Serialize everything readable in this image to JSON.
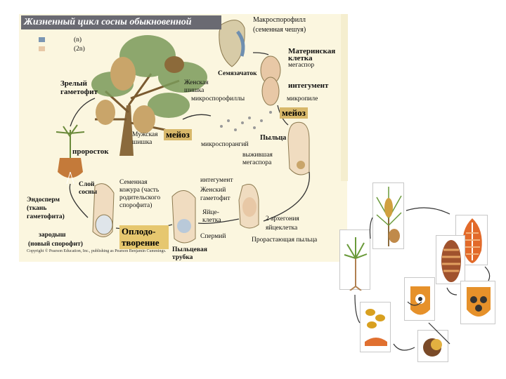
{
  "title": "Жизненный цикл сосны обыкновенной",
  "legend": [
    {
      "label": "(n)",
      "color": "#7b96b3"
    },
    {
      "label": "(2n)",
      "color": "#e8c8a6"
    }
  ],
  "labels": {
    "macrosporophyll": "Макроспорофилл",
    "seed_scale": "(семенная чешуя)",
    "mother_cell_1": "Материнская",
    "mother_cell_2": "клетка",
    "megaspore_small": "мегаспор",
    "ovule": "Семязачаток",
    "female_cone_1": "Женская",
    "female_cone_2": "шишка",
    "integument_top": "интегумент",
    "micropyle": "микропиле",
    "microsporophylls": "микроспорофиллы",
    "mature_gametophyte_1": "Зрелый",
    "mature_gametophyte_2": "гаметофит",
    "male_cone_1": "Мужская",
    "male_cone_2": "шишка",
    "microsporangium": "микроспорангий",
    "pollen": "Пыльца",
    "surviving_megaspore_1": "выжившая",
    "surviving_megaspore_2": "мегаспора",
    "seedling": "проросток",
    "wings_1": "Слой",
    "wings_2": "сосны",
    "seed_coat_1": "Семенная",
    "seed_coat_2": "кожура (часть",
    "seed_coat_3": "родительского",
    "seed_coat_4": "спорофита)",
    "integument_mid": "интегумент",
    "female_gametophyte_1": "Женский",
    "female_gametophyte_2": "гаметофит",
    "egg_1": "Яйце-",
    "egg_2": "клетка",
    "archegonia_1": "2 архегония",
    "archegonia_2": "яйцеклетка",
    "sperm": "Спермий",
    "germinating_pollen": "Прорастающая пыльца",
    "endosperm_1": "Эндосперм",
    "endosperm_2": "(ткань",
    "endosperm_3": "гаметофита)",
    "embryo_1": "зародыш",
    "embryo_2": "(новый спорофит)",
    "pollen_tube_1": "Пыльцевая",
    "pollen_tube_2": "трубка",
    "meiosis": "мейоз",
    "fertilization_1": "Оплодо-",
    "fertilization_2": "творение",
    "copyright": "Copyright © Pearson Education, Inc., publishing as Pearson Benjamin Cummings."
  },
  "colors": {
    "panel": "#fbf6df",
    "title_bg": "#6a6a72",
    "meiosis_bg": "#d8b86a",
    "fertilization_bg": "#e6c76f",
    "tree_trunk": "#8a6a3c",
    "foliage": "#7a9a5a",
    "cone": "#c9a56a",
    "arrow": "#333333"
  }
}
